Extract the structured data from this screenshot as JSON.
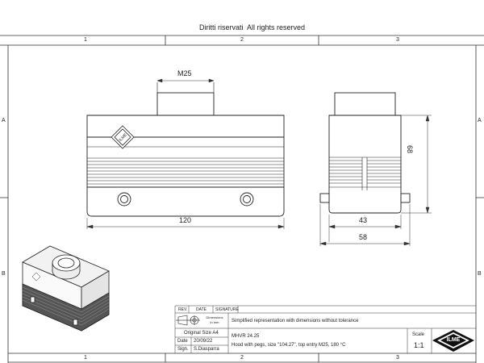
{
  "header": {
    "rights_it": "Diritti riservati",
    "rights_en": "All rights reserved"
  },
  "zones": {
    "columns": [
      "1",
      "2",
      "3"
    ],
    "rows": [
      "A",
      "B"
    ]
  },
  "front_view": {
    "dim_entry": "M25",
    "dim_width": "120"
  },
  "side_view": {
    "dim_height": "68",
    "dim_depth": "43",
    "dim_overall": "58"
  },
  "title_block": {
    "rev_label": "REV.",
    "date_label": "DATE",
    "signature_label": "SIGNATURE",
    "dimensions_note_line1": "Dimensions",
    "dimensions_note_line2": "in mm",
    "description_note": "Simplified representation with dimensions without tolerance",
    "original_size": "Original Size A4",
    "date_key": "Date",
    "date_value": "20/09/22",
    "sign_key": "Sign.",
    "sign_value": "S.Diasparra",
    "product_code": "MHVR 24.25",
    "product_description": "Hood with pegs, size \"104.27\", top entry M25, 180 °C",
    "scale_label": "Scale",
    "scale_value": "1:1",
    "logo_text": "ILME"
  }
}
